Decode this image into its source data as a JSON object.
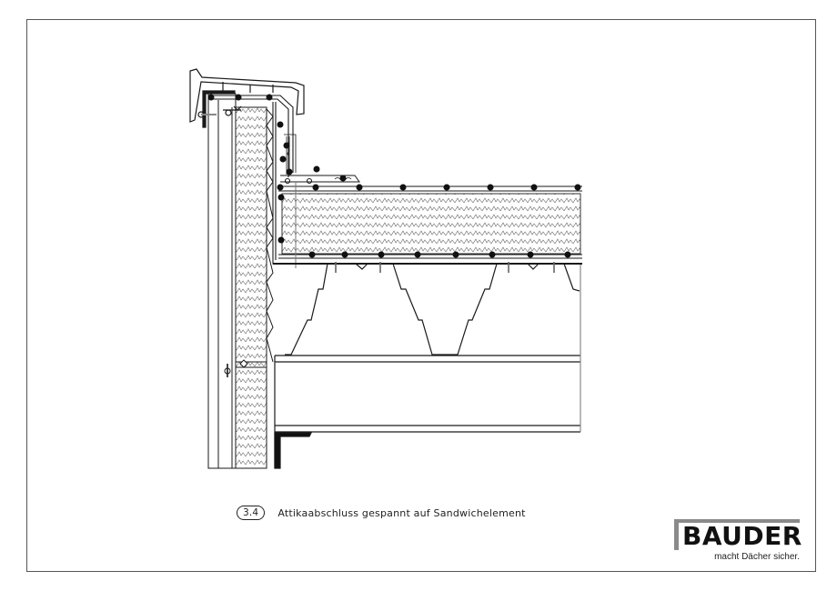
{
  "drawing": {
    "caption_number": "3.4",
    "caption_text": "Attikaabschluss gespannt auf Sandwichelement",
    "line_color": "#1a1a1a",
    "insulation_color": "#555555"
  },
  "logo": {
    "brand": "BAUDER",
    "tagline": "macht Dächer sicher.",
    "accent_gray": "#8a8a8a"
  }
}
